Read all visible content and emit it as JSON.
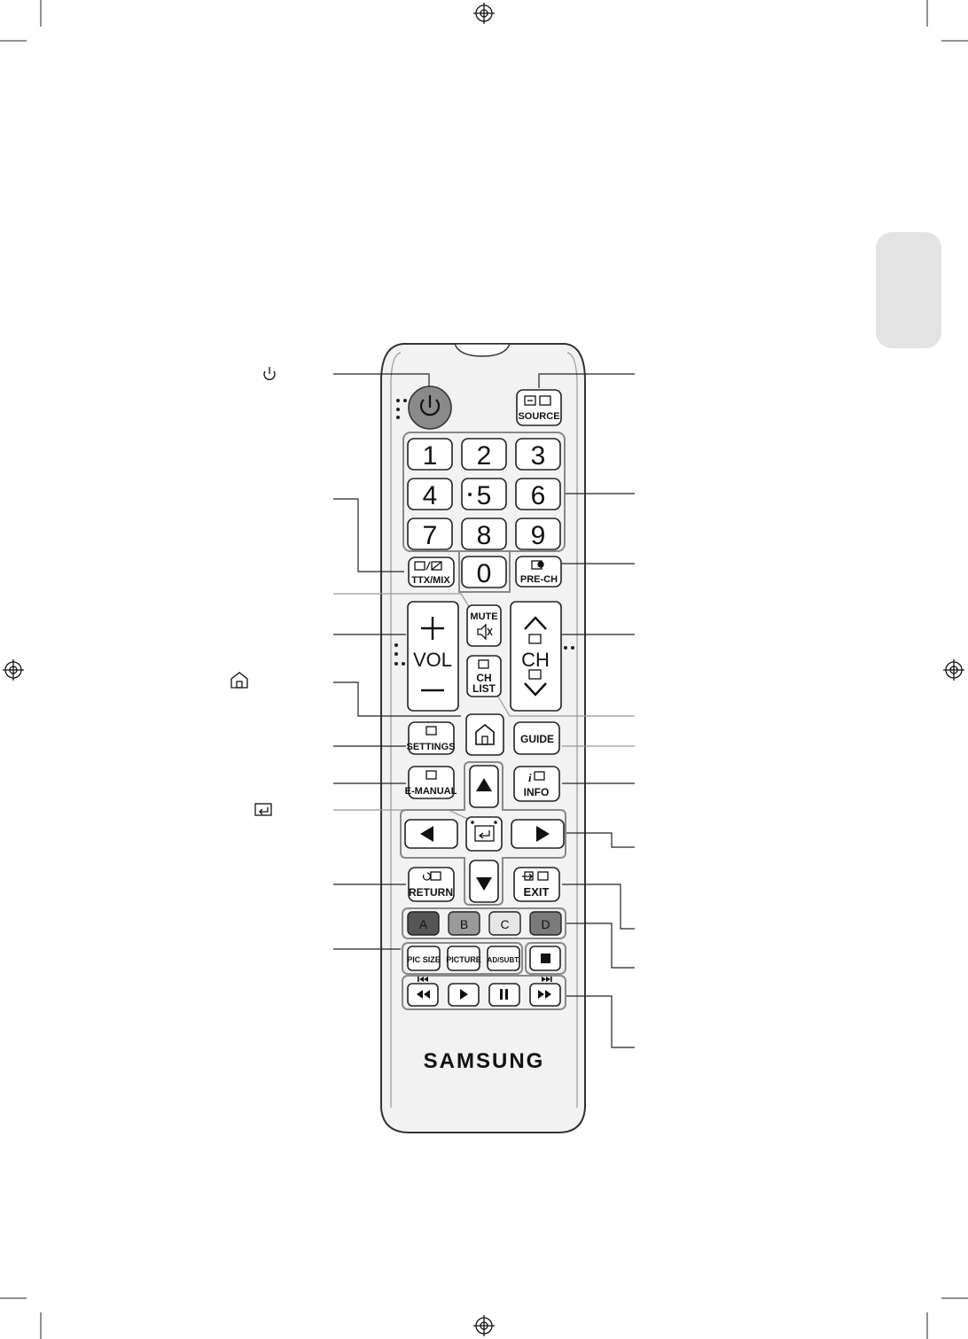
{
  "brand": "SAMSUNG",
  "keys": {
    "source": "SOURCE",
    "digits": [
      "1",
      "2",
      "3",
      "4",
      "5",
      "6",
      "7",
      "8",
      "9",
      "0"
    ],
    "ttx": "TTX/MIX",
    "prech": "PRE-CH",
    "mute": "MUTE",
    "vol": "VOL",
    "ch": "CH",
    "chlist_1": "CH",
    "chlist_2": "LIST",
    "settings": "SETTINGS",
    "guide": "GUIDE",
    "emanual": "E-MANUAL",
    "info": "INFO",
    "return": "RETURN",
    "exit": "EXIT",
    "colors": [
      "A",
      "B",
      "C",
      "D"
    ],
    "picsize": "PIC SIZE",
    "picture": "PICTURE",
    "adsubt": "AD/SUBT."
  },
  "colors": {
    "power": "#8a8a8a",
    "body": "#f2f2f2",
    "side_tab": "#e3e3e3",
    "key_a": "#555555",
    "key_b": "#9a9a9a",
    "key_c": "#e6e6e6",
    "key_d": "#7a7a7a"
  }
}
